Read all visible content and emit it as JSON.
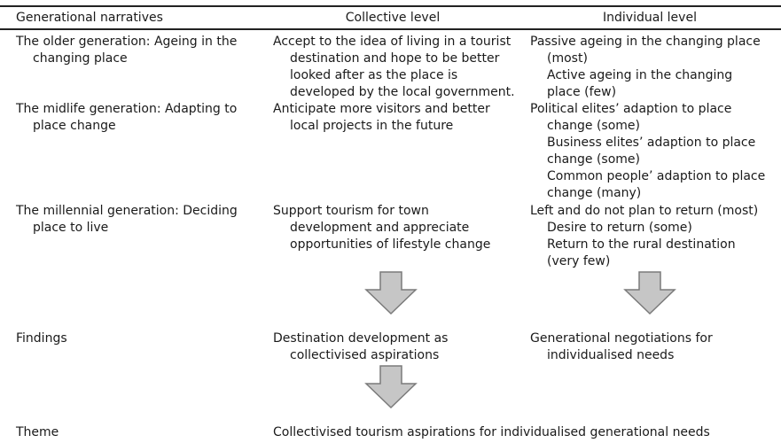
{
  "header": {
    "col1": "Generational narratives",
    "col2": "Collective level",
    "col3": "Individual level"
  },
  "rows": [
    {
      "narrative": [
        "The older generation: Ageing in the",
        "changing place"
      ],
      "collective": [
        "Accept to the idea of living in a tourist",
        "destination and hope to be better",
        "looked after as the place is",
        "developed by the local government."
      ],
      "individual": [
        [
          "Passive ageing in the changing place",
          "(most)"
        ],
        [
          "Active ageing in the changing",
          "place (few)"
        ]
      ]
    },
    {
      "narrative": [
        "The midlife generation: Adapting to",
        "place change"
      ],
      "collective": [
        "Anticipate more visitors and better",
        "local projects in the future"
      ],
      "individual": [
        [
          "Political elites’ adaption to place",
          "change (some)"
        ],
        [
          "Business elites’ adaption to place",
          "change (some)"
        ],
        [
          "Common people’ adaption to place",
          "change (many)"
        ]
      ]
    },
    {
      "narrative": [
        "The millennial generation: Deciding",
        "place to live"
      ],
      "collective": [
        "Support tourism for town",
        "development and appreciate",
        "opportunities of lifestyle change"
      ],
      "individual": [
        [
          "Left and do not plan to return (most)"
        ],
        [
          "Desire to return (some)"
        ],
        [
          "Return to the rural destination",
          "(very few)"
        ]
      ]
    }
  ],
  "findings": {
    "label": "Findings",
    "collective": [
      "Destination development as",
      "collectivised aspirations"
    ],
    "individual": [
      "Generational negotiations for",
      "individualised needs"
    ]
  },
  "theme": {
    "label": "Theme",
    "text": "Collectivised tourism aspirations for individualised generational needs"
  },
  "colors": {
    "arrow_fill": "#c6c6c6",
    "arrow_stroke": "#7a7a7a",
    "rule": "#222222"
  }
}
